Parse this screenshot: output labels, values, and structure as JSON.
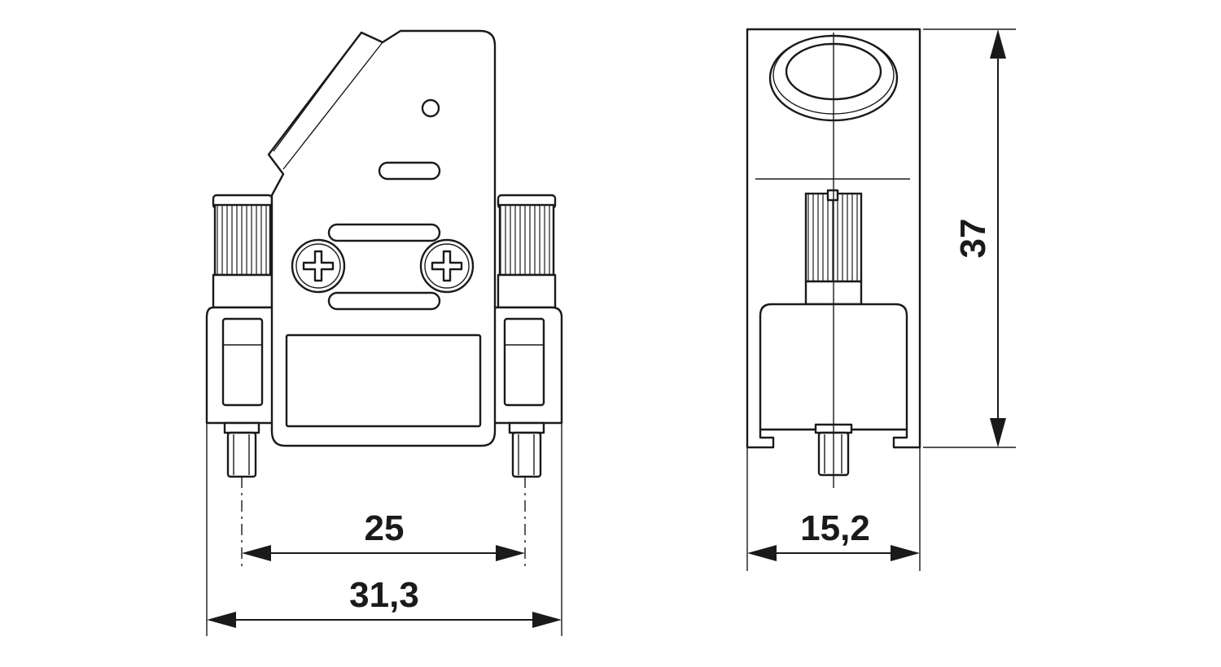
{
  "dimensions": {
    "pin_spacing": "25",
    "overall_width": "31,3",
    "depth": "15,2",
    "height": "37"
  }
}
